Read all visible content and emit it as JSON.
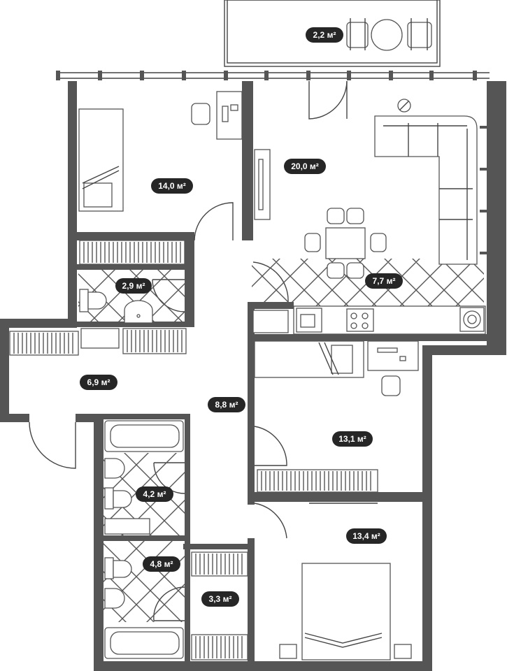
{
  "plan": {
    "rooms": [
      {
        "id": "balcony",
        "area": "2,2 м²"
      },
      {
        "id": "bedroom-1",
        "area": "14,0 м²"
      },
      {
        "id": "living-room",
        "area": "20,0 м²"
      },
      {
        "id": "kitchen",
        "area": "7,7 м²"
      },
      {
        "id": "bathroom-1",
        "area": "2,9 м²"
      },
      {
        "id": "entrance-hall",
        "area": "6,9 м²"
      },
      {
        "id": "corridor",
        "area": "8,8 м²"
      },
      {
        "id": "bedroom-2",
        "area": "13,1 м²"
      },
      {
        "id": "bathroom-2",
        "area": "4,2 м²"
      },
      {
        "id": "bedroom-3",
        "area": "13,4 м²"
      },
      {
        "id": "bathroom-3",
        "area": "4,8 м²"
      },
      {
        "id": "wardrobe",
        "area": "3,3 м²"
      }
    ],
    "colors": {
      "wall": "#555555",
      "badge": "#262626",
      "badge_text": "#ffffff"
    }
  }
}
